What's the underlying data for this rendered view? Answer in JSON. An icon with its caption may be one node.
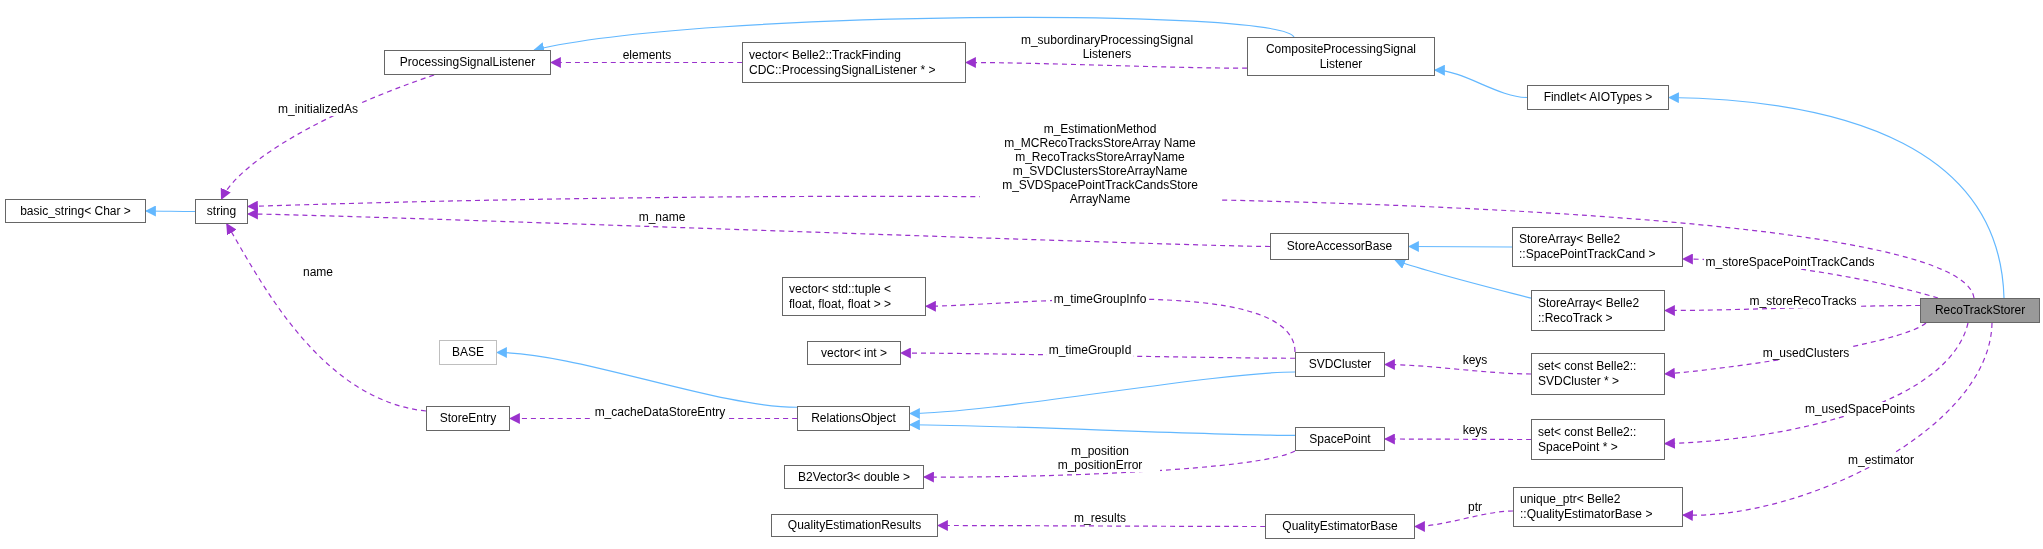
{
  "diagram": {
    "nodes": [
      {
        "text": [
          "ProcessingSignalListener"
        ]
      },
      {
        "text": [
          "vector< Belle2::TrackFinding CDC::ProcessingSignalListener * >"
        ]
      },
      {
        "text": [
          "CompositeProcessingSignal Listener"
        ]
      },
      {
        "text": [
          "Findlet< AIOTypes >"
        ]
      },
      {
        "text": [
          "basic_string< Char >"
        ]
      },
      {
        "text": [
          "string"
        ]
      },
      {
        "text": [
          "StoreAccessorBase"
        ]
      },
      {
        "text": [
          "StoreArray< Belle2 ::SpacePointTrackCand >"
        ]
      },
      {
        "text": [
          "vector< std::tuple < float, float, float > >"
        ]
      },
      {
        "text": [
          "StoreArray< Belle2 ::RecoTrack >"
        ]
      },
      {
        "text": [
          "RecoTrackStorer"
        ]
      },
      {
        "text": [
          "BASE"
        ]
      },
      {
        "text": [
          "vector< int >"
        ]
      },
      {
        "text": [
          "SVDCluster"
        ]
      },
      {
        "text": [
          "set< const Belle2:: SVDCluster * >"
        ]
      },
      {
        "text": [
          "StoreEntry"
        ]
      },
      {
        "text": [
          "RelationsObject"
        ]
      },
      {
        "text": [
          "SpacePoint"
        ]
      },
      {
        "text": [
          "set< const Belle2:: SpacePoint * >"
        ]
      },
      {
        "text": [
          "B2Vector3< double >"
        ]
      },
      {
        "text": [
          "QualityEstimationResults"
        ]
      },
      {
        "text": [
          "QualityEstimatorBase"
        ]
      },
      {
        "text": [
          "unique_ptr< Belle2 ::QualityEstimatorBase >"
        ]
      }
    ],
    "edges": [
      {
        "from": 2,
        "to": 0,
        "arrow": "to",
        "color": "#63b8ff"
      },
      {
        "from": 3,
        "to": 2,
        "arrow": "to",
        "color": "#63b8ff"
      },
      {
        "from": 10,
        "to": 3,
        "arrow": "to",
        "color": "#63b8ff"
      },
      {
        "from": 5,
        "to": 4,
        "arrow": "to",
        "color": "#63b8ff"
      },
      {
        "from": 7,
        "to": 6,
        "arrow": "to",
        "color": "#63b8ff"
      },
      {
        "from": 9,
        "to": 6,
        "arrow": "to",
        "color": "#63b8ff"
      },
      {
        "from": 16,
        "to": 11,
        "arrow": "to",
        "color": "#63b8ff"
      },
      {
        "from": 13,
        "to": 16,
        "arrow": "to",
        "color": "#63b8ff"
      },
      {
        "from": 17,
        "to": 16,
        "arrow": "to",
        "color": "#63b8ff"
      },
      {
        "from": 0,
        "to": 5,
        "arrow": "to",
        "style": "dashed",
        "label": "m_initializedAs"
      },
      {
        "from": 1,
        "to": 0,
        "arrow": "to",
        "style": "dashed",
        "label": "elements"
      },
      {
        "from": 2,
        "to": 1,
        "arrow": "to",
        "style": "dashed",
        "label": "m_subordinaryProcessingSignal Listeners"
      },
      {
        "from": 10,
        "to": 5,
        "arrow": "to",
        "style": "dashed",
        "label": "m_EstimationMethod m_MCRecoTracksStoreArray Name m_RecoTracksStoreArrayName m_SVDClustersStoreArrayName m_SVDSpacePointTrackCandsStore ArrayName"
      },
      {
        "from": 6,
        "to": 5,
        "arrow": "to",
        "style": "dashed",
        "label": "m_name"
      },
      {
        "from": 15,
        "to": 5,
        "arrow": "to",
        "style": "dashed",
        "label": "name"
      },
      {
        "from": 10,
        "to": 7,
        "arrow": "to",
        "style": "dashed",
        "label": "m_storeSpacePointTrackCands"
      },
      {
        "from": 13,
        "to": 8,
        "arrow": "to",
        "style": "dashed",
        "label": "m_timeGroupInfo"
      },
      {
        "from": 10,
        "to": 9,
        "arrow": "to",
        "style": "dashed",
        "label": "m_storeRecoTracks"
      },
      {
        "from": 13,
        "to": 12,
        "arrow": "to",
        "style": "dashed",
        "label": "m_timeGroupId"
      },
      {
        "from": 14,
        "to": 13,
        "arrow": "to",
        "style": "dashed",
        "label": "keys"
      },
      {
        "from": 10,
        "to": 14,
        "arrow": "to",
        "style": "dashed",
        "label": "m_usedClusters"
      },
      {
        "from": 16,
        "to": 15,
        "arrow": "to",
        "style": "dashed",
        "label": "m_cacheDataStoreEntry"
      },
      {
        "from": 18,
        "to": 17,
        "arrow": "to",
        "style": "dashed",
        "label": "keys"
      },
      {
        "from": 10,
        "to": 18,
        "arrow": "to",
        "style": "dashed",
        "label": "m_usedSpacePoints"
      },
      {
        "from": 17,
        "to": 19,
        "arrow": "to",
        "style": "dashed",
        "label": "m_position m_positionError"
      },
      {
        "from": 21,
        "to": 20,
        "arrow": "to",
        "style": "dashed",
        "label": "m_results"
      },
      {
        "from": 22,
        "to": 21,
        "arrow": "to",
        "style": "dashed",
        "label": "ptr"
      },
      {
        "from": 10,
        "to": 22,
        "arrow": "to",
        "style": "dashed",
        "label": "m_estimator"
      }
    ]
  }
}
